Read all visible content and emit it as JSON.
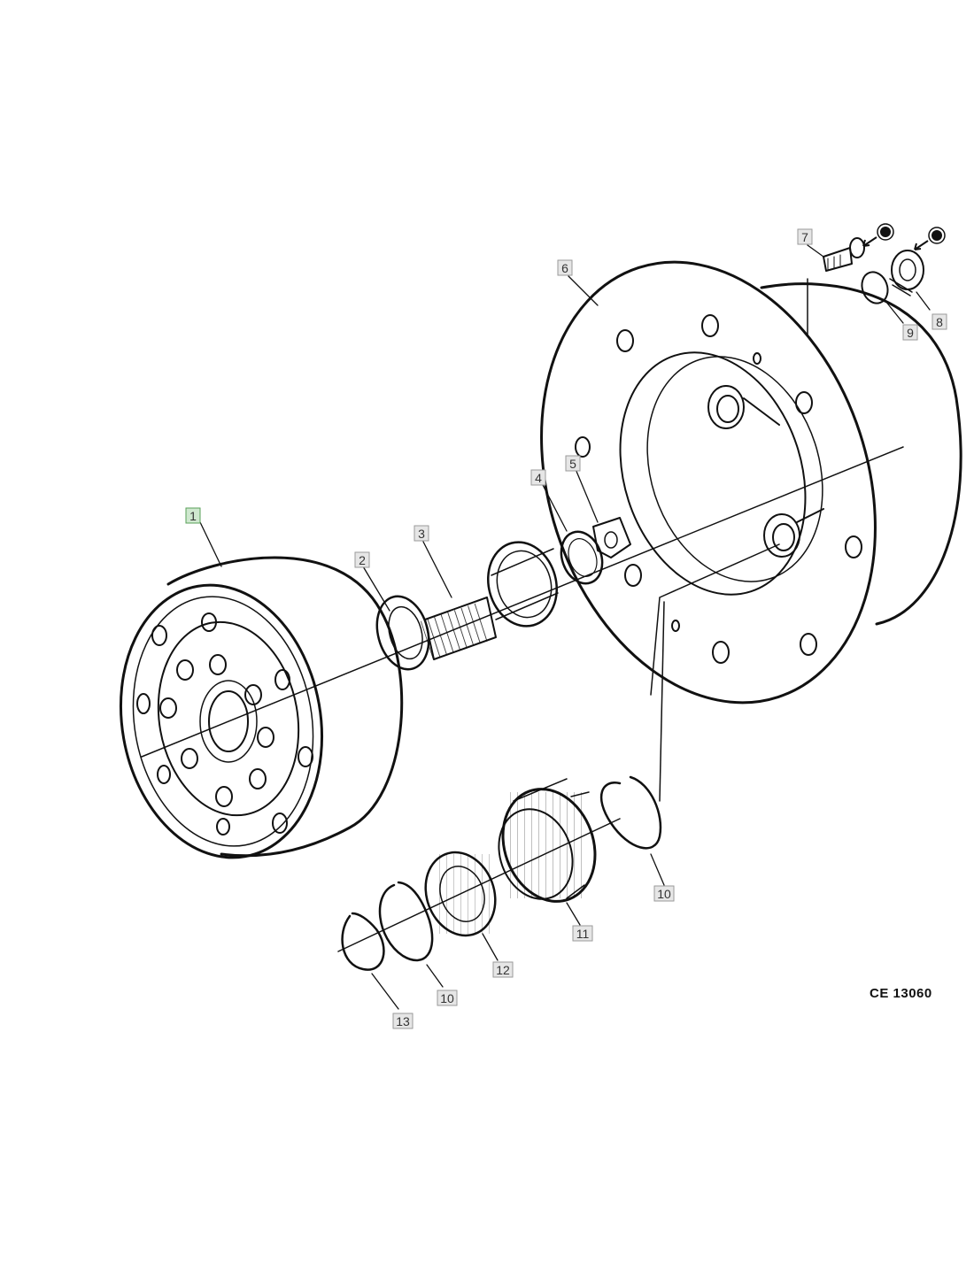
{
  "diagram": {
    "reference_code": "CE 13060",
    "colors": {
      "ink": "#111111",
      "label_box_fill": "#e6e6e6",
      "label_box_stroke": "#9a9a9a",
      "selected_label_fill": "#cfe8cf",
      "selected_label_stroke": "#5aa05a"
    },
    "selected_part": "1",
    "parts": [
      {
        "id": "p1",
        "label": "1",
        "name": "hub-carrier"
      },
      {
        "id": "p2",
        "label": "2",
        "name": "thrust-washer"
      },
      {
        "id": "p3",
        "label": "3",
        "name": "splined-shaft"
      },
      {
        "id": "p4",
        "label": "4",
        "name": "circlip"
      },
      {
        "id": "p5",
        "label": "5",
        "name": "tab-washer"
      },
      {
        "id": "p6",
        "label": "6",
        "name": "wheel-hub"
      },
      {
        "id": "p7",
        "label": "7",
        "name": "bolt"
      },
      {
        "id": "p8",
        "label": "8",
        "name": "plug"
      },
      {
        "id": "p9",
        "label": "9",
        "name": "seal-ring"
      },
      {
        "id": "p10a",
        "label": "10",
        "name": "snap-ring-right"
      },
      {
        "id": "p11",
        "label": "11",
        "name": "planet-gear"
      },
      {
        "id": "p12",
        "label": "12",
        "name": "needle-bearing"
      },
      {
        "id": "p10b",
        "label": "10",
        "name": "snap-ring-left"
      },
      {
        "id": "p13",
        "label": "13",
        "name": "retaining-ring"
      }
    ],
    "icons": [
      "lubricate-icon",
      "lubricate-icon"
    ]
  }
}
